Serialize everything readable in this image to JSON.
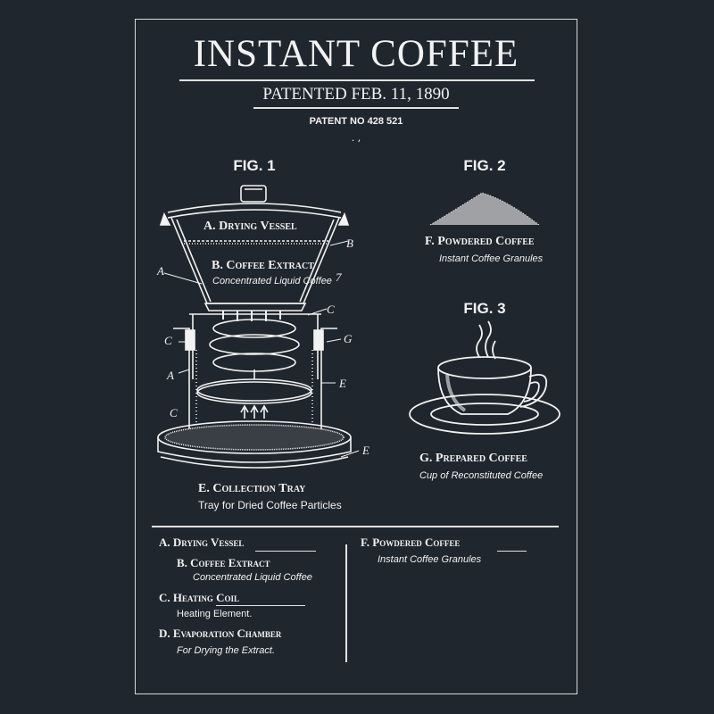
{
  "header": {
    "title": "INSTANT COFFEE",
    "patented": "PATENTED FEB. 11, 1890",
    "patent_no": "PATENT NO  428 521",
    "dots": ".      ,"
  },
  "fig1": {
    "label": "FIG. 1",
    "drying_vessel": "A. Drying Vessel",
    "coffee_extract": "B. Coffee Extract",
    "coffee_extract_sub": "Concentrated Liquid Coffee",
    "collection_tray": "E. Collection Tray",
    "collection_tray_sub": "Tray for Dried Coffee Particles",
    "markers": {
      "a_upper": "A",
      "b_right": "B",
      "seven": "7",
      "c_top": "C",
      "c_left": "C",
      "g_right": "G",
      "a_lower": "A",
      "e_right": "E",
      "c_lower": "C",
      "e_bottom": "E"
    }
  },
  "fig2": {
    "label": "FIG. 2",
    "caption": "F. Powdered Coffee",
    "sub": "Instant Coffee Granules"
  },
  "fig3": {
    "label": "FIG. 3",
    "caption": "G. Prepared Coffee",
    "sub": "Cup of Reconstituted Coffee"
  },
  "legend": {
    "left": [
      {
        "title": "A. Drying Vessel",
        "sub": ""
      },
      {
        "title": "B. Coffee Extract",
        "sub": "Concentrated Liquid Coffee"
      },
      {
        "title": "C. Heating Coil",
        "sub": "Heating Element."
      },
      {
        "title": "D. Evaporation Chamber",
        "sub": "For Drying the Extract."
      }
    ],
    "right": [
      {
        "title": "F. Powdered Coffee",
        "sub": "Instant Coffee Granules"
      }
    ]
  },
  "colors": {
    "background": "#20262d",
    "ink": "#f2f2f2",
    "frame": "#d8dadc"
  }
}
